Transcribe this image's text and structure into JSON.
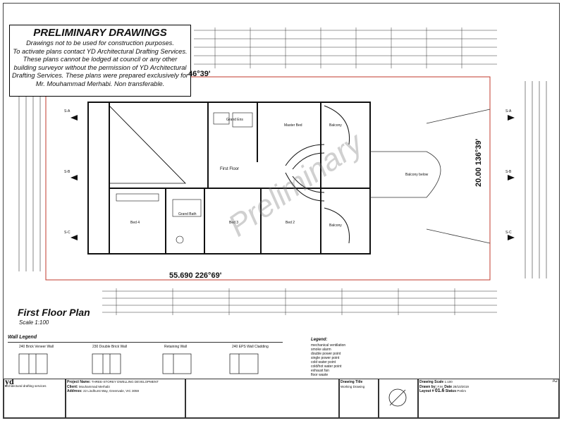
{
  "notice": {
    "title": "PRELIMINARY DRAWINGS",
    "lines": [
      "Drawings not to be used for construction purposes.",
      "To activate plans contact YD Architectural Drafting Services.",
      "These plans cannot be lodged at council or any other",
      "building surveyor without the permission of YD Architectural",
      "Drafting Services. These plans were prepared exclusively for",
      "Mr. Mouhammad Merhabi. Non transferable."
    ]
  },
  "plan": {
    "title": "First Floor Plan",
    "scale": "Scale 1:100",
    "watermark": "Preliminary",
    "bearing_top": "46°39'",
    "bearing_bottom": "55.690 226°69'",
    "bearing_right": "20.00 136°39'",
    "sections": [
      "S-A",
      "S-B",
      "S-C"
    ],
    "rooms": {
      "first_floor": "First Floor",
      "master_bed": "Master Bed",
      "grand_ens": "Grand Ens",
      "grand_bath": "Grand Bath",
      "bed4": "Bed 4",
      "bed3": "Bed 3",
      "bed2": "Bed 2",
      "balcony1": "Balcony",
      "balcony2": "Balcony",
      "balcony_below": "Balcony below"
    }
  },
  "legend": {
    "wall_title": "Wall Legend",
    "walls": [
      "240 Brick Veneer Wall",
      "230 Double Brick Wall",
      "Retaining Wall",
      "240 EPS Wall Cladding"
    ],
    "right_title": "Legend:",
    "items": [
      "mechanical ventilation",
      "smoke alarm",
      "double power point",
      "single power point",
      "cold water point",
      "cold/hot water point",
      "exhaust fan",
      "floor waste"
    ]
  },
  "titleblock": {
    "company": "yd",
    "company_sub": "architectural drafting services",
    "project_label": "Project Name:",
    "project_name": "THREE-STOREY DWELLING DEVELOPMENT",
    "client_label": "Client:",
    "client": "Mouhammad Merhabi",
    "address_label": "Address:",
    "address": "22 Lindhurst Way, Greenvale, VIC 3059",
    "drawing_title": "Drawing Title",
    "drawing_type": "Working Drawing",
    "drawing_scale": "Drawing Scale",
    "scale_val": "1:100",
    "drawn_by": "Drawn by:",
    "drawn": "F.M.",
    "date_label": "Date",
    "date": "28/10/2019",
    "layout": "Layout #",
    "layout_no": "01.6",
    "status": "Status",
    "status_val": "Prelim",
    "sheet_code": "A2"
  },
  "colors": {
    "boundary": "#c0392b",
    "ink": "#111111"
  }
}
